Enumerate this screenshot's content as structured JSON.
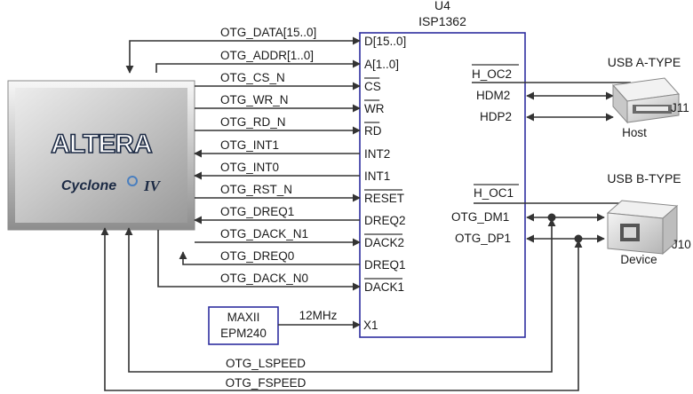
{
  "colors": {
    "wire": "#333333",
    "chip_border": "#2f2fa0",
    "fpga_face": "#bdbdbd",
    "altera_red": "#1c2a44"
  },
  "fpga": {
    "vendor": "ALTERA",
    "family": "Cyclone",
    "family_suffix": "IV"
  },
  "chip": {
    "ref": "U4",
    "part": "ISP1362"
  },
  "left_signals": [
    {
      "name": "OTG_DATA[15..0]",
      "pin": "D[15..0]",
      "overbar": false
    },
    {
      "name": "OTG_ADDR[1..0]",
      "pin": "A[1..0]",
      "overbar": false
    },
    {
      "name": "OTG_CS_N",
      "pin": "CS",
      "overbar": true
    },
    {
      "name": "OTG_WR_N",
      "pin": "WR",
      "overbar": true
    },
    {
      "name": "OTG_RD_N",
      "pin": "RD",
      "overbar": true
    },
    {
      "name": "OTG_INT1",
      "pin": "INT2",
      "overbar": false
    },
    {
      "name": "OTG_INT0",
      "pin": "INT1",
      "overbar": false
    },
    {
      "name": "OTG_RST_N",
      "pin": "RESET",
      "overbar": true
    },
    {
      "name": "OTG_DREQ1",
      "pin": "DREQ2",
      "overbar": false
    },
    {
      "name": "OTG_DACK_N1",
      "pin": "DACK2",
      "overbar": true
    },
    {
      "name": "OTG_DREQ0",
      "pin": "DREQ1",
      "overbar": false
    },
    {
      "name": "OTG_DACK_N0",
      "pin": "DACK1",
      "overbar": true
    }
  ],
  "clock": {
    "device_line1": "MAXII",
    "device_line2": "EPM240",
    "freq": "12MHz",
    "pin": "X1"
  },
  "right_pins": {
    "h_oc2": "H_OC2",
    "hdm2": "HDM2",
    "hdp2": "HDP2",
    "h_oc1": "H_OC1",
    "otg_dm1": "OTG_DM1",
    "otg_dp1": "OTG_DP1"
  },
  "usb_a": {
    "title": "USB A-TYPE",
    "ref": "J11",
    "role": "Host"
  },
  "usb_b": {
    "title": "USB B-TYPE",
    "ref": "J10",
    "role": "Device"
  },
  "bottom_signals": {
    "lspeed": "OTG_LSPEED",
    "fspeed": "OTG_FSPEED"
  }
}
